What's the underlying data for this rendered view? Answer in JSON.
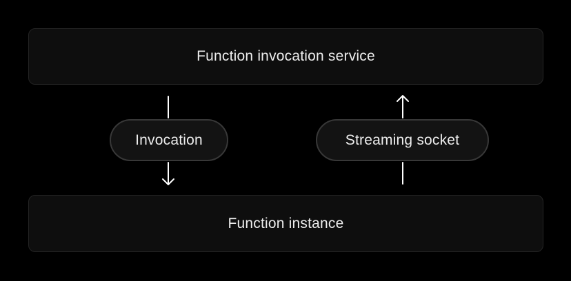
{
  "title": "Function invocation flow diagram",
  "theme": {
    "background": "#000000",
    "box-fill": "#0e0e0e",
    "box-border": "#242424",
    "pill-fill": "#131313",
    "pill-border": "#383838",
    "text-color": "#ededed",
    "arrow-color": "#ffffff"
  },
  "diagram": {
    "top_box": {
      "label": "Function invocation service"
    },
    "bottom_box": {
      "label": "Function instance"
    },
    "edges": [
      {
        "label": "Invocation",
        "direction": "down",
        "from": "Function invocation service",
        "to": "Function instance"
      },
      {
        "label": "Streaming socket",
        "direction": "up",
        "from": "Function instance",
        "to": "Function invocation service"
      }
    ]
  }
}
